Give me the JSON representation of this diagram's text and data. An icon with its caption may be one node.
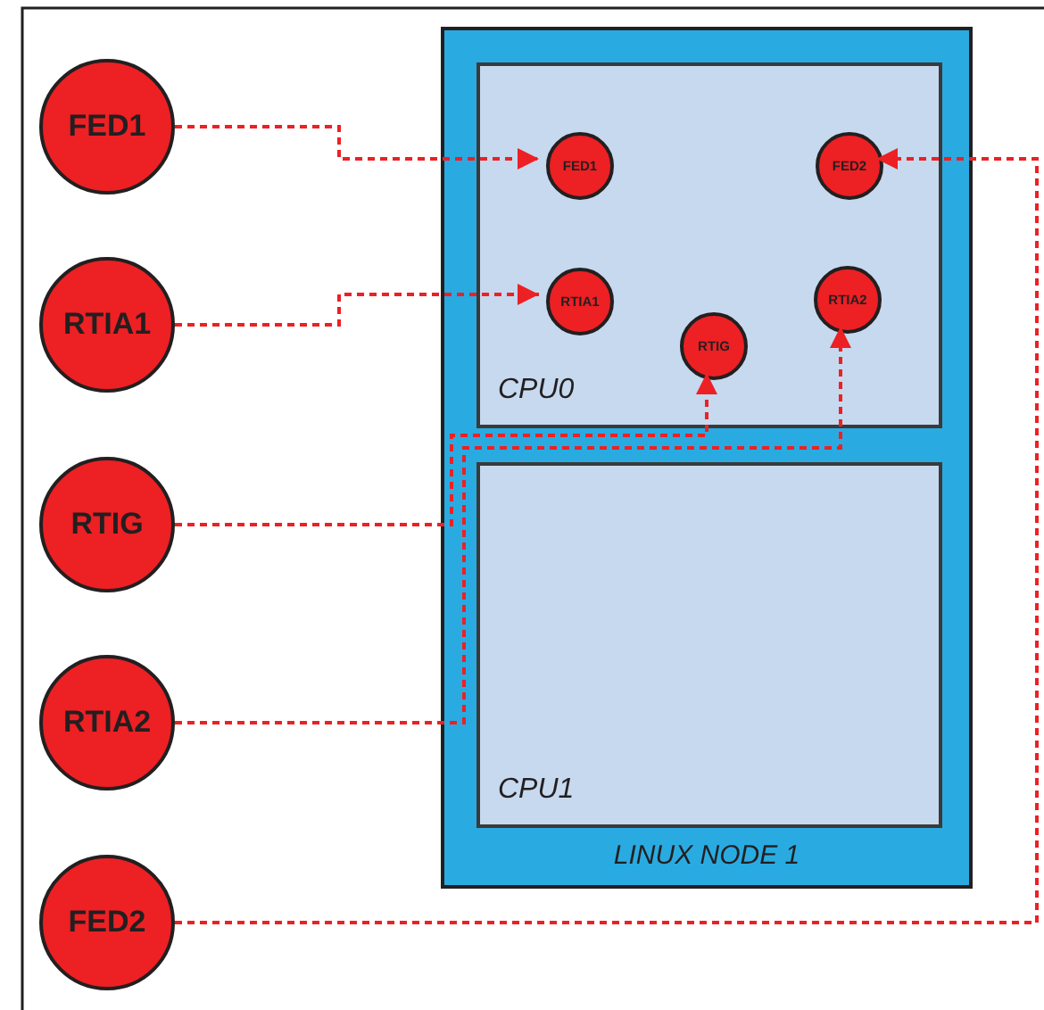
{
  "diagram": {
    "nodes": [
      {
        "text": [
          "LINUX NODE 1"
        ]
      },
      {
        "text": [
          "CPU0"
        ],
        "in": 0
      },
      {
        "text": [
          "CPU1"
        ],
        "in": 0
      },
      {
        "text": [
          "FED1"
        ],
        "in": 1
      },
      {
        "text": [
          "FED2"
        ],
        "in": 1
      },
      {
        "text": [
          "RTIA1"
        ],
        "in": 1
      },
      {
        "text": [
          "RTIG"
        ],
        "in": 1
      },
      {
        "text": [
          "RTIA2"
        ],
        "in": 1
      },
      {
        "text": [
          "FED1"
        ]
      },
      {
        "text": [
          "RTIA1"
        ]
      },
      {
        "text": [
          "RTIG"
        ]
      },
      {
        "text": [
          "RTIA2"
        ]
      },
      {
        "text": [
          "FED2"
        ]
      }
    ],
    "edges": [
      {
        "from": 8,
        "to": 3,
        "arrow": "to",
        "style": "dashed"
      },
      {
        "from": 9,
        "to": 5,
        "arrow": "to",
        "style": "dashed"
      },
      {
        "from": 10,
        "to": 6,
        "arrow": "to",
        "style": "dashed"
      },
      {
        "from": 11,
        "to": 7,
        "arrow": "to",
        "style": "dashed"
      },
      {
        "from": 12,
        "to": 4,
        "arrow": "to",
        "style": "dashed"
      }
    ]
  }
}
